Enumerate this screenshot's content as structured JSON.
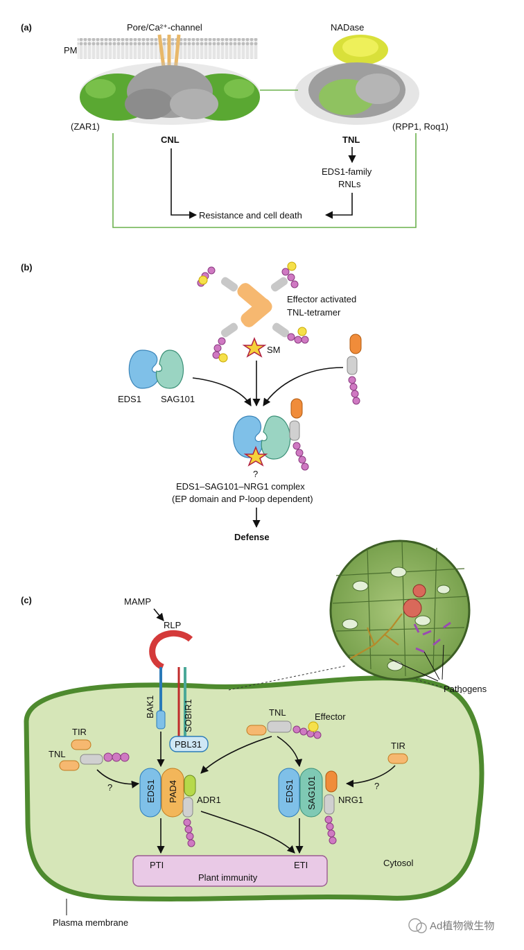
{
  "panel_a": {
    "tag": "(a)",
    "pore_label": "Pore/Ca²⁺-channel",
    "nadase_label": "NADase",
    "pm_label": "PM",
    "zar1_label": "(ZAR1)",
    "rpp1_label": "(RPP1, Roq1)",
    "cnl_label": "CNL",
    "tnl_label": "TNL",
    "eds1_family_line1": "EDS1-family",
    "eds1_family_line2": "RNLs",
    "resistance_label": "Resistance and cell death"
  },
  "panel_b": {
    "tag": "(b)",
    "effector_line1": "Effector activated",
    "effector_line2": "TNL-tetramer",
    "sm_label": "SM",
    "eds1_label": "EDS1",
    "sag101_label": "SAG101",
    "question": "?",
    "complex_line1": "EDS1–SAG101–NRG1 complex",
    "complex_line2": "(EP domain and P-loop dependent)",
    "defense_label": "Defense"
  },
  "panel_c": {
    "tag": "(c)",
    "mamp_label": "MAMP",
    "rlp_label": "RLP",
    "bak1_label": "BAK1",
    "sobir1_label": "SOBIR1",
    "pbl31_label": "PBL31",
    "tnl_top_label": "TNL",
    "effector_label": "Effector",
    "tir_left_label": "TIR",
    "tnl_left_label": "TNL",
    "tir_right_label": "TIR",
    "q_left": "?",
    "q_right": "?",
    "eds1_left_label": "EDS1",
    "pad4_label": "PAD4",
    "adr1_label": "ADR1",
    "eds1_right_label": "EDS1",
    "sag101_label": "SAG101",
    "nrg1_label": "NRG1",
    "pti_label": "PTI",
    "eti_label": "ETI",
    "plant_immunity_label": "Plant immunity",
    "cytosol_label": "Cytosol",
    "plasma_membrane_label": "Plasma membrane",
    "pathogens_label": "Pathogens"
  },
  "watermark": "Ad植物微生物",
  "colors": {
    "cnl_green": "#5aa832",
    "membrane_green": "#4e8a2e",
    "cell_fill": "#d6e6b8",
    "eds1_blue": "#6fb8e3",
    "sag101_teal": "#7fc9b4",
    "pad4_orange": "#f2b65a",
    "coil_magenta": "#c25aa8",
    "immunity_box": "#e9c9e6"
  }
}
